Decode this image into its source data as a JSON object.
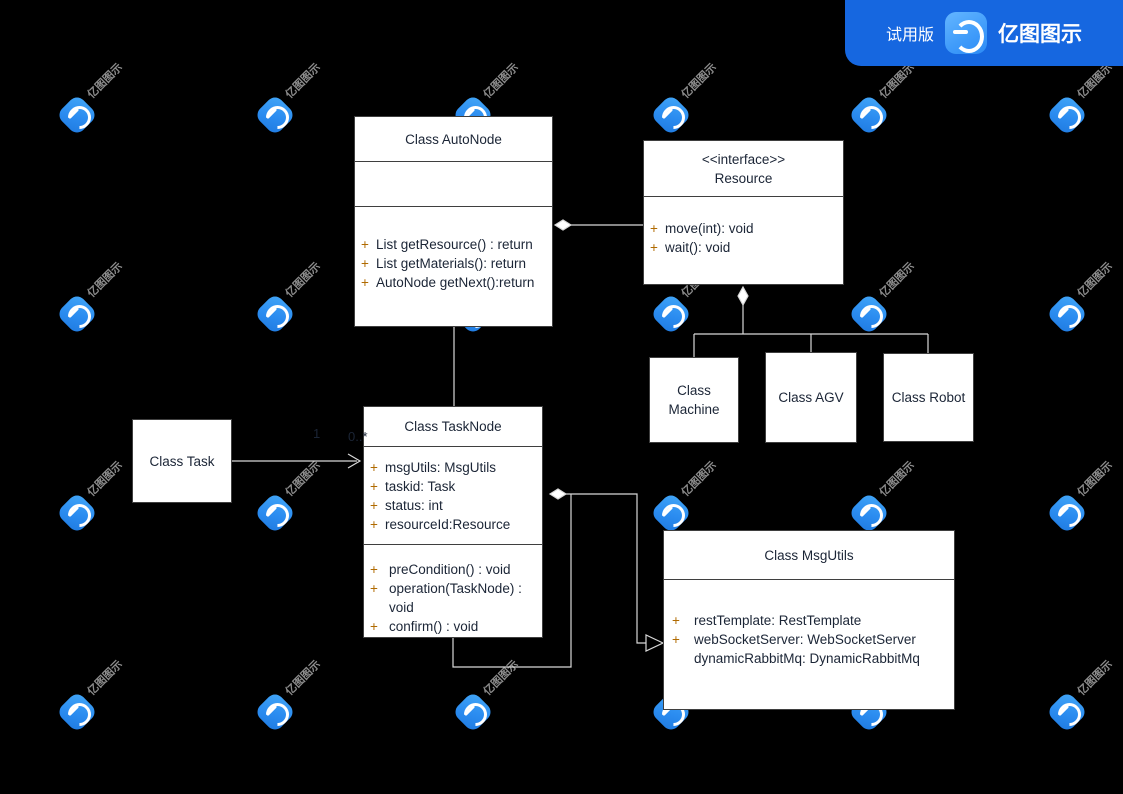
{
  "badge": {
    "trial_label": "试用版",
    "brand_label": "亿图图示",
    "logo_icon": "edraw-logo-icon",
    "background_color": "#1667e0"
  },
  "watermark": {
    "text": "亿图图示",
    "logo_icon": "edraw-watermark-icon",
    "tile_color": "#2b8cf0",
    "text_color": "#8d8d8d"
  },
  "canvas": {
    "background_color": "#000000",
    "box_fill": "#ffffff",
    "box_border": "#3f3f3f",
    "text_color": "#1b2536",
    "visibility_color": "#b06a00"
  },
  "classes": {
    "auto_node": {
      "name": "Class AutoNode",
      "attributes": [],
      "methods": [
        {
          "visibility": "+",
          "text": "List getResource() : return"
        },
        {
          "visibility": "+",
          "text": "List getMaterials(): return"
        },
        {
          "visibility": "+",
          "text": "AutoNode getNext():return"
        }
      ]
    },
    "resource": {
      "stereotype": "<<interface>>",
      "name": "Resource",
      "methods": [
        {
          "visibility": "+",
          "text": "move(int): void"
        },
        {
          "visibility": "+",
          "text": "wait(): void"
        }
      ]
    },
    "machine": {
      "name_line1": "Class",
      "name_line2": "Machine"
    },
    "agv": {
      "name": "Class AGV"
    },
    "robot": {
      "name": "Class Robot"
    },
    "task": {
      "name": "Class Task"
    },
    "task_node": {
      "name": "Class TaskNode",
      "attributes": [
        {
          "visibility": "+",
          "text": "msgUtils: MsgUtils"
        },
        {
          "visibility": "+",
          "text": "taskid: Task"
        },
        {
          "visibility": "+",
          "text": "status: int"
        },
        {
          "visibility": "+",
          "text": "resourceId:Resource"
        }
      ],
      "methods": [
        {
          "visibility": "+",
          "text": "preCondition() : void"
        },
        {
          "visibility": "+",
          "text": "operation(TaskNode) : void"
        },
        {
          "visibility": "+",
          "text": "confirm() : void"
        }
      ]
    },
    "msg_utils": {
      "name": "Class MsgUtils",
      "attributes": [
        {
          "visibility": "+",
          "text": "restTemplate: RestTemplate"
        },
        {
          "visibility": "+",
          "text": "webSocketServer: WebSocketServer"
        },
        {
          "visibility": "",
          "text": "dynamicRabbitMq: DynamicRabbitMq"
        }
      ]
    }
  },
  "multiplicities": {
    "task_source": "1",
    "task_target": "0..*"
  }
}
